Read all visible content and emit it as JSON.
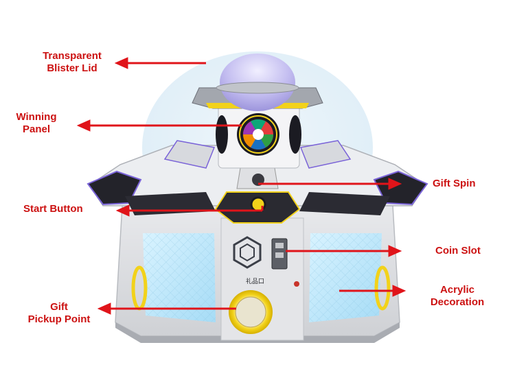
{
  "colors": {
    "label": "#cc1111",
    "arrow": "#e0141a",
    "cabinet": "#dcdde0",
    "panel_glow": "#bfe9fb",
    "accent_ring": "#f2d21a",
    "dome": "#b9b4e8",
    "dark_trim": "#23232a"
  },
  "labels": {
    "transparent_blister_lid": [
      "Transparent",
      "Blister Lid"
    ],
    "winning_panel": [
      "Winning",
      "Panel"
    ],
    "start_button": "Start Button",
    "gift_pickup_point": [
      "Gift",
      "Pickup Point"
    ],
    "gift_spin": "Gift Spin",
    "coin_slot": "Coin Slot",
    "acrylic_decoration": [
      "Acrylic",
      "Decoration"
    ]
  },
  "machine": {
    "prize_door_label": "礼品口"
  }
}
